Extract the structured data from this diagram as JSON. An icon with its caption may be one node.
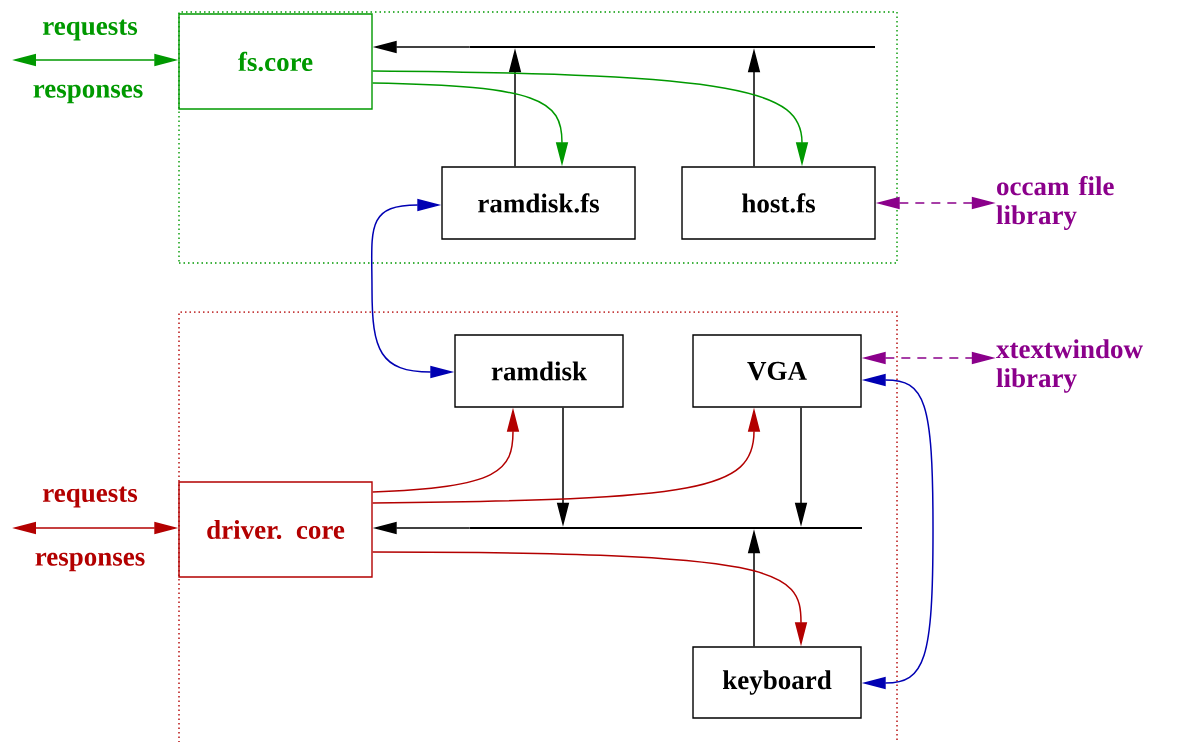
{
  "diagram": {
    "nodes": [
      {
        "text": [],
        "shape": "box"
      },
      {
        "text": [
          "fs.core"
        ],
        "in": 0
      },
      {
        "text": [],
        "shape": "bar",
        "in": 0
      },
      {
        "text": [
          "ramdisk.fs"
        ],
        "in": 0
      },
      {
        "text": [
          "host.fs"
        ],
        "in": 0
      },
      {
        "text": [
          "occam file library"
        ]
      },
      {
        "text": [],
        "shape": "box"
      },
      {
        "text": [
          "ramdisk"
        ],
        "in": 6
      },
      {
        "text": [
          "VGA"
        ],
        "in": 6
      },
      {
        "text": [
          "xtextwindow library"
        ]
      },
      {
        "text": [
          "driver. core"
        ],
        "in": 6
      },
      {
        "text": [],
        "shape": "bar",
        "in": 6
      },
      {
        "text": [
          "keyboard"
        ],
        "in": 6
      }
    ],
    "edges": [
      {
        "from": null,
        "to": 1,
        "arrow": "both",
        "label": "requests",
        "color": "#009900"
      },
      {
        "from": 2,
        "to": 1,
        "arrow": "to"
      },
      {
        "from": 3,
        "to": 2,
        "arrow": "to"
      },
      {
        "from": 4,
        "to": 2,
        "arrow": "to"
      },
      {
        "from": 1,
        "to": 3,
        "arrow": "to",
        "color": "#009900"
      },
      {
        "from": 1,
        "to": 4,
        "arrow": "to",
        "color": "#009900"
      },
      {
        "from": 3,
        "to": 7,
        "arrow": "both",
        "color": "#0000b3"
      },
      {
        "from": 4,
        "to": 5,
        "arrow": "both",
        "style": "dashed",
        "color": "#8b008b"
      },
      {
        "from": 8,
        "to": 9,
        "arrow": "both",
        "style": "dashed",
        "color": "#8b008b"
      },
      {
        "from": null,
        "to": 10,
        "arrow": "both",
        "label": "requests",
        "color": "#b30000"
      },
      {
        "from": 11,
        "to": 10,
        "arrow": "to"
      },
      {
        "from": 7,
        "to": 11,
        "arrow": "to"
      },
      {
        "from": 8,
        "to": 11,
        "arrow": "to"
      },
      {
        "from": 12,
        "to": 11,
        "arrow": "to"
      },
      {
        "from": 10,
        "to": 7,
        "arrow": "to",
        "color": "#b30000"
      },
      {
        "from": 10,
        "to": 8,
        "arrow": "to",
        "color": "#b30000"
      },
      {
        "from": 10,
        "to": 12,
        "arrow": "to",
        "color": "#b30000"
      },
      {
        "from": 8,
        "to": 12,
        "arrow": "both",
        "color": "#0000b3"
      }
    ],
    "labels": [
      "responses",
      "responses"
    ]
  }
}
